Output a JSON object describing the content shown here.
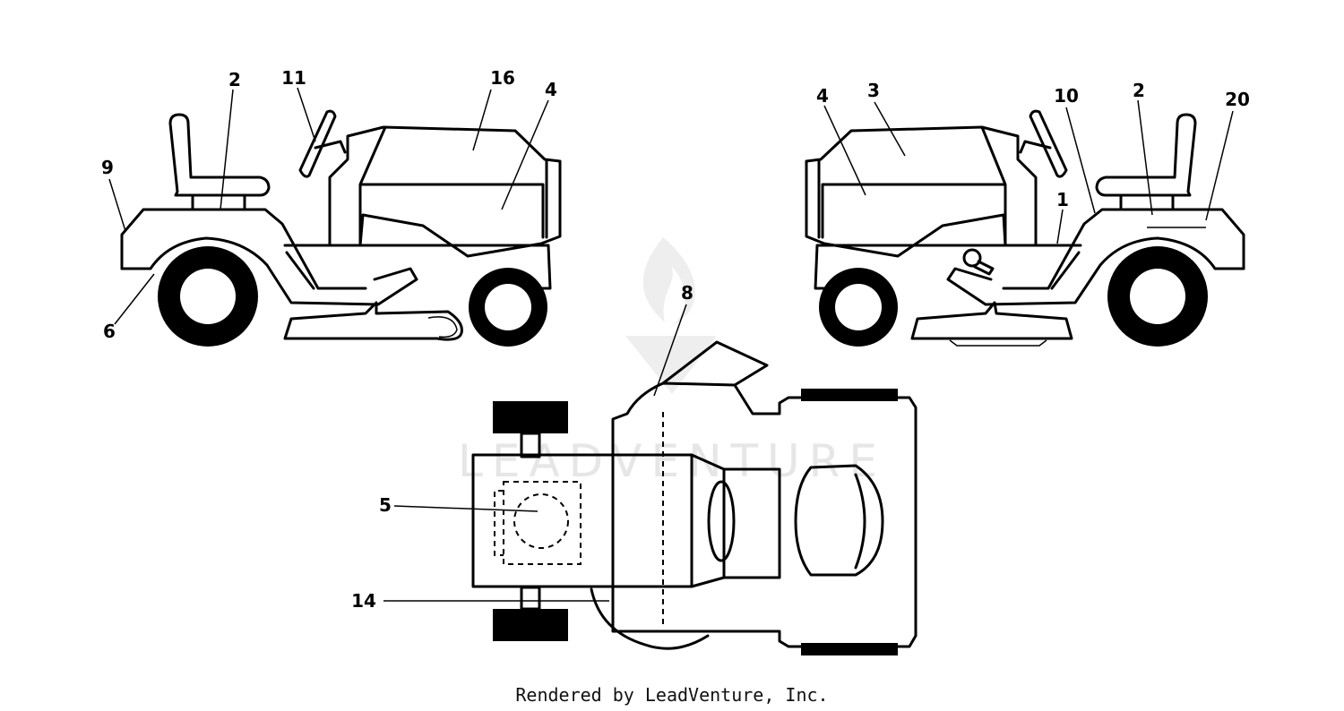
{
  "watermark": "LEADVENTURE",
  "footer": "Rendered by LeadVenture, Inc.",
  "callouts": [
    {
      "label": "2"
    },
    {
      "label": "11"
    },
    {
      "label": "16"
    },
    {
      "label": "4"
    },
    {
      "label": "9"
    },
    {
      "label": "6"
    },
    {
      "label": "4"
    },
    {
      "label": "3"
    },
    {
      "label": "10"
    },
    {
      "label": "2"
    },
    {
      "label": "20"
    },
    {
      "label": "1"
    },
    {
      "label": "8"
    },
    {
      "label": "5"
    },
    {
      "label": "14"
    }
  ]
}
